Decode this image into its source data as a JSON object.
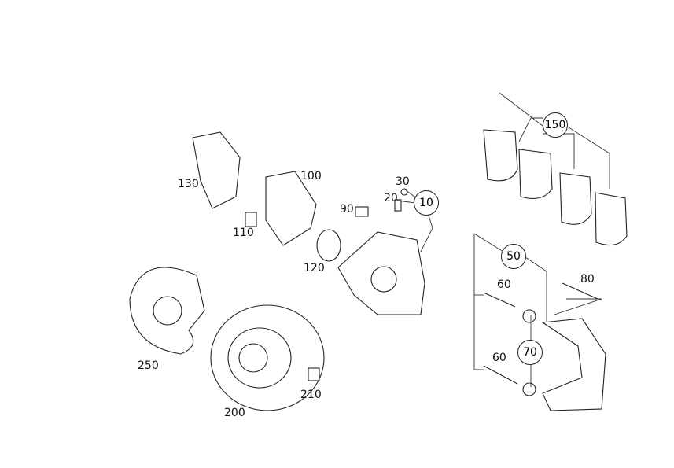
{
  "diagram": {
    "title": "Brake system exploded parts diagram",
    "parts": {
      "p150": "150",
      "p130": "130",
      "p100": "100",
      "p30": "30",
      "p20": "20",
      "p10": "10",
      "p90": "90",
      "p110": "110",
      "p120": "120",
      "p50": "50",
      "p60a": "60",
      "p80": "80",
      "p70": "70",
      "p60b": "60",
      "p250": "250",
      "p200": "200",
      "p210": "210"
    }
  }
}
